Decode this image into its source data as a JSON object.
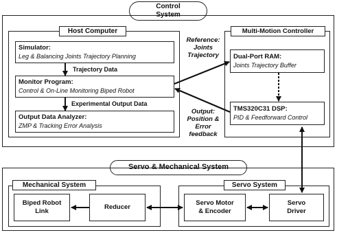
{
  "control": {
    "title_line1": "Control",
    "title_line2": "System"
  },
  "host": {
    "label": "Host Computer",
    "simulator_title": "Simulator:",
    "simulator_desc": "Leg & Balancing Joints Trajectory Planning",
    "trajectory_data": "Trajectory Data",
    "monitor_title": "Monitor Program:",
    "monitor_desc": "Control & On-Line Monitoring Biped Robot",
    "experimental_output": "Experimental Output Data",
    "analyzer_title": "Output Data Analyzer:",
    "analyzer_desc": "ZMP & Tracking Error Analysis"
  },
  "links": {
    "reference_line1": "Reference:",
    "reference_line2": "Joints",
    "reference_line3": "Trajectory",
    "output_line1": "Output:",
    "output_line2": "Position &",
    "output_line3": "Error",
    "output_line4": "feedback"
  },
  "mmc": {
    "label": "Multi-Motion Controller",
    "ram_title": "Dual-Port RAM:",
    "ram_desc": "Joints Trajectory Buffer",
    "dsp_title": "TMS320C31 DSP:",
    "dsp_desc": "PID & Feedforward Control"
  },
  "servo_mech": {
    "title": "Servo & Mechanical System"
  },
  "mechanical": {
    "label": "Mechanical System",
    "robot_line1": "Biped Robot",
    "robot_line2": "Link",
    "reducer": "Reducer"
  },
  "servo": {
    "label": "Servo System",
    "motor_line1": "Servo Motor",
    "motor_line2": "& Encoder",
    "driver_line1": "Servo",
    "driver_line2": "Driver"
  }
}
